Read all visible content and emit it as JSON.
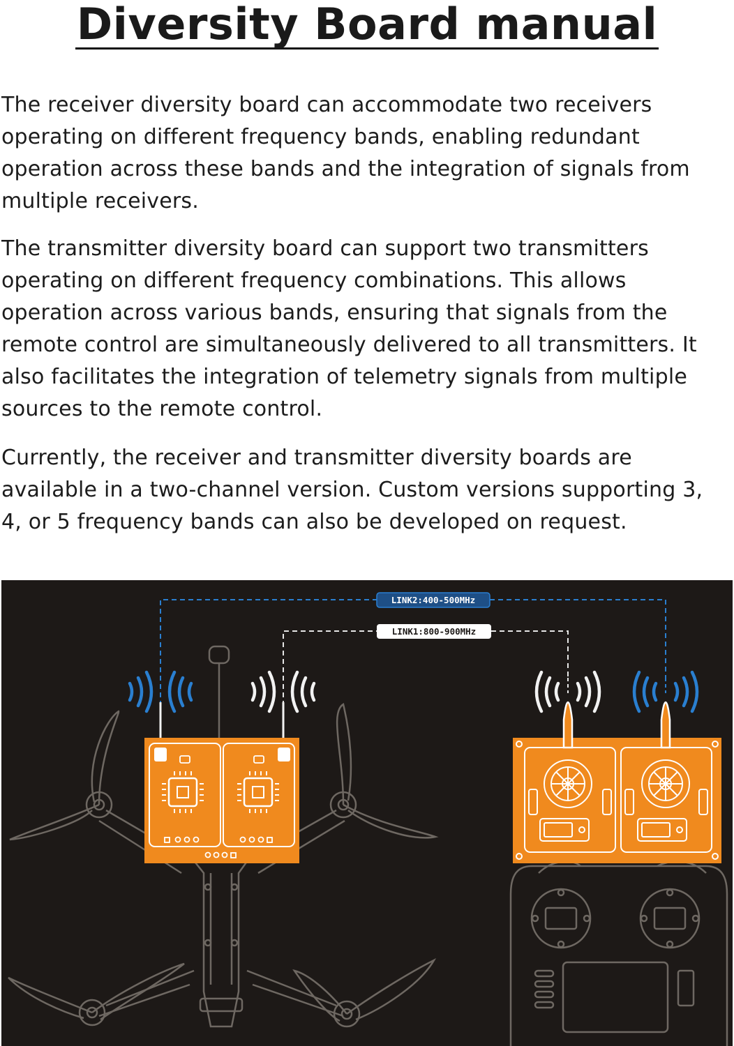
{
  "document": {
    "title": "Diversity Board manual",
    "paragraphs": [
      "The receiver diversity board can accommodate two receivers operating on different frequency bands, enabling redundant operation across these bands and the integration of signals from multiple receivers.",
      "The transmitter diversity board can support two transmitters operating on different frequency combinations. This allows operation across various bands, ensuring that signals from the remote control are simultaneously delivered to all transmitters. It also facilitates the integration of telemetry signals from multiple sources to the remote control.",
      "Currently, the receiver and transmitter diversity boards are available in a two-channel version. Custom versions supporting 3, 4, or 5 frequency bands can also be developed on request."
    ]
  },
  "diagram": {
    "link2_label": "LINK2:400-500MHz",
    "link1_label": "LINK1:800-900MHz",
    "colors": {
      "background": "#1d1917",
      "board": "#f08a1e",
      "link2": "#2a7fd0",
      "link1": "#e6e6e6",
      "outline": "#6e6862"
    }
  }
}
